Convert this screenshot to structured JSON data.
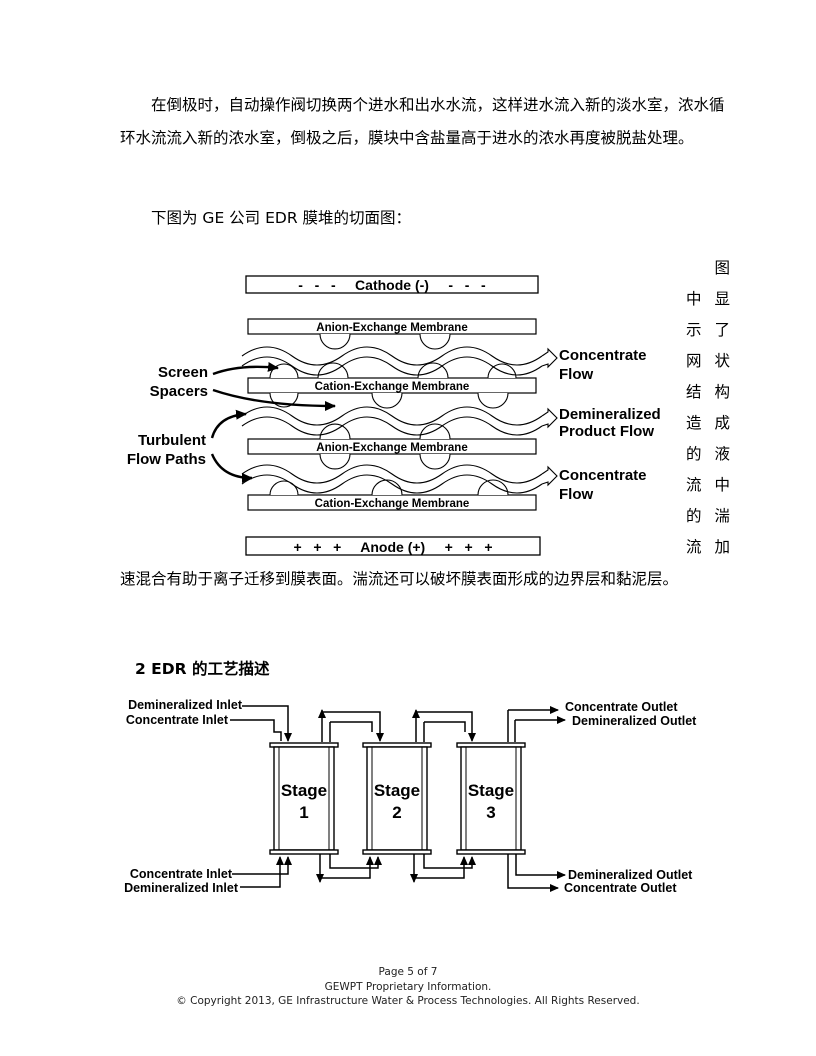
{
  "paragraphs": {
    "p1": "在倒极时，自动操作阀切换两个进水和出水水流，这样进水流入新的淡水室，浓水循环水流流入新的浓水室，倒极之后，膜块中含盐量高于进水的浓水再度被脱盐处理。",
    "p2": "下图为 GE 公司 EDR 膜堆的切面图：",
    "side_chars": [
      "图",
      "中显",
      "示了",
      "网状",
      "结构",
      "造成",
      "的液",
      "流中",
      "的湍",
      "流加"
    ],
    "p3": "速混合有助于离子迁移到膜表面。湍流还可以破坏膜表面形成的边界层和黏泥层。"
  },
  "figure1": {
    "cathode": "-   -   -     Cathode (-)     -   -   -",
    "anode": "+   +   +     Anode (+)     +   +   +",
    "membranes": [
      "Anion-Exchange Membrane",
      "Cation-Exchange Membrane",
      "Anion-Exchange Membrane",
      "Cation-Exchange Membrane"
    ],
    "left_labels": {
      "screen_1": "Screen",
      "screen_2": "Spacers",
      "turbulent_1": "Turbulent",
      "turbulent_2": "Flow Paths"
    },
    "right_labels": {
      "conc1_1": "Concentrate",
      "conc1_2": "Flow",
      "demin_1": "Demineralized",
      "demin_2": "Product Flow",
      "conc2_1": "Concentrate",
      "conc2_2": "Flow"
    }
  },
  "section": {
    "heading": "2 EDR 的工艺描述"
  },
  "figure2": {
    "top_left": [
      "Demineralized Inlet",
      "Concentrate Inlet"
    ],
    "top_right": [
      "Concentrate Outlet",
      "Demineralized Outlet"
    ],
    "bottom_left": [
      "Concentrate Inlet",
      "Demineralized Inlet"
    ],
    "bottom_right": [
      "Demineralized Outlet",
      "Concentrate Outlet"
    ],
    "stages": [
      {
        "word": "Stage",
        "num": "1"
      },
      {
        "word": "Stage",
        "num": "2"
      },
      {
        "word": "Stage",
        "num": "3"
      }
    ]
  },
  "footer": {
    "page": "Page 5 of 7",
    "proprietary": "GEWPT Proprietary Information.",
    "copyright": "© Copyright 2013, GE Infrastructure Water & Process Technologies.  All Rights Reserved."
  }
}
